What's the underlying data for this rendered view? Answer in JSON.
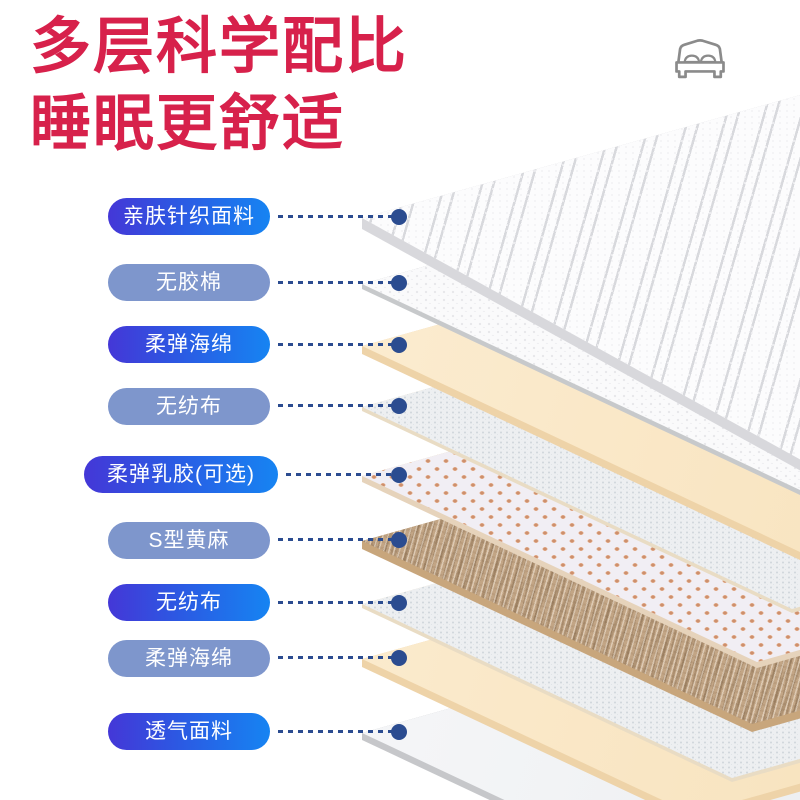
{
  "title": {
    "line1": "多层科学配比",
    "line2": "睡眠更舒适"
  },
  "header_icon": "bed-icon",
  "colors": {
    "title_red": "#d7214b",
    "pill_gradient_start": "#4437d7",
    "pill_gradient_end": "#1684f2",
    "pill_muted_blue": "#7e96cc",
    "connector_navy": "#2b4c90",
    "foam_cream": "#fae8c8",
    "jute_brown": "#c2a585"
  },
  "layers": [
    {
      "label": "亲肤针织面料",
      "pill_style": "gradient",
      "material": "quilted-knit-fabric"
    },
    {
      "label": "无胶棉",
      "pill_style": "muted",
      "material": "glue-free-cotton"
    },
    {
      "label": "柔弹海绵",
      "pill_style": "gradient",
      "material": "soft-foam"
    },
    {
      "label": "无纺布",
      "pill_style": "muted",
      "material": "non-woven-fabric"
    },
    {
      "label": "柔弹乳胶(可选)",
      "pill_style": "gradient",
      "material": "latex-perforated"
    },
    {
      "label": "S型黄麻",
      "pill_style": "muted",
      "material": "s-type-jute"
    },
    {
      "label": "无纺布",
      "pill_style": "gradient",
      "material": "non-woven-fabric"
    },
    {
      "label": "柔弹海绵",
      "pill_style": "muted",
      "material": "soft-foam"
    },
    {
      "label": "透气面料",
      "pill_style": "gradient",
      "material": "breathable-fabric"
    }
  ]
}
